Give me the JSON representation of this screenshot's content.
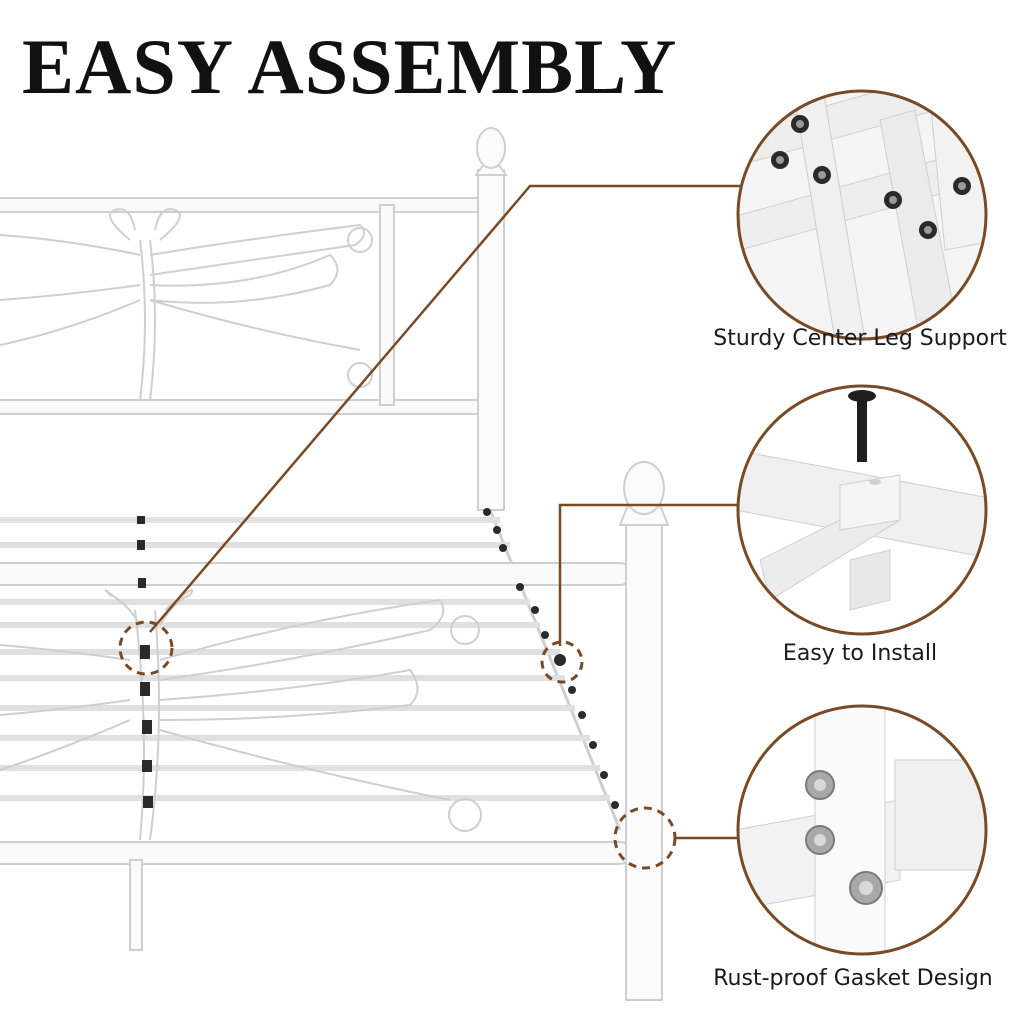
{
  "headline": "EASY ASSEMBLY",
  "features": [
    {
      "caption": "Sturdy Center Leg Support",
      "icon": "center-leg-support-detail"
    },
    {
      "caption": "Easy to Install",
      "icon": "bolt-install-detail"
    },
    {
      "caption": "Rust-proof Gasket Design",
      "icon": "gasket-bolt-detail"
    }
  ],
  "colors": {
    "accent": "#7a4a25",
    "frame": "#ffffff",
    "frame_outline": "#c8c8c8",
    "bolt": "#2a2a2a",
    "text": "#111111"
  }
}
